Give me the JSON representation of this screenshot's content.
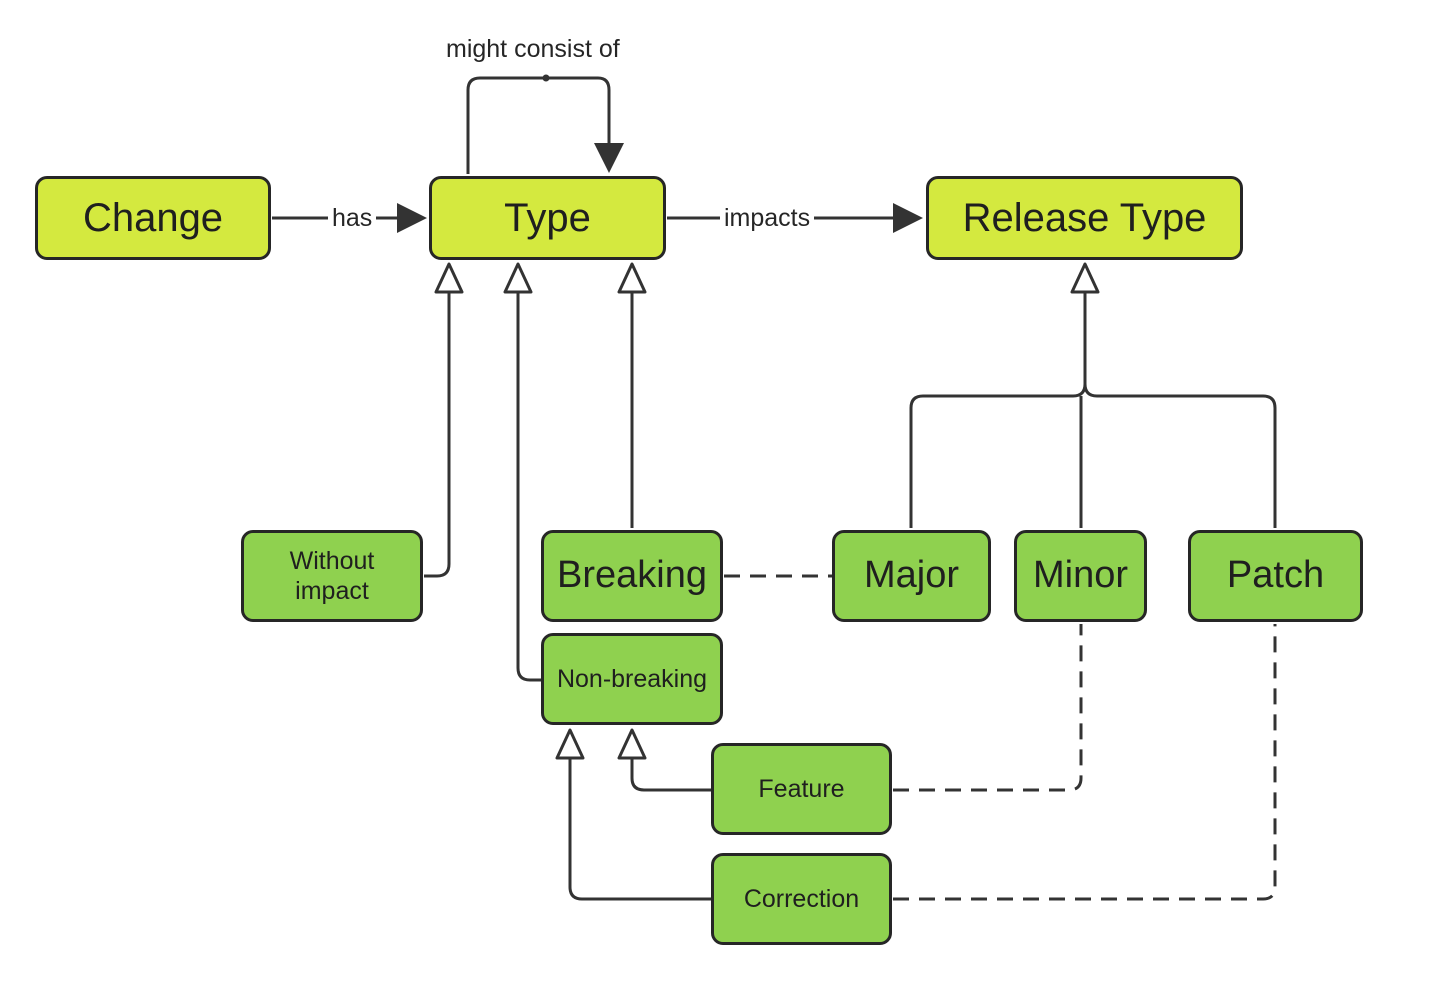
{
  "nodes": {
    "change": "Change",
    "type": "Type",
    "release_type": "Release Type",
    "without_impact": "Without impact",
    "breaking": "Breaking",
    "non_breaking": "Non-breaking",
    "feature": "Feature",
    "correction": "Correction",
    "major": "Major",
    "minor": "Minor",
    "patch": "Patch"
  },
  "edge_labels": {
    "has": "has",
    "impacts": "impacts",
    "might_consist_of": "might consist of"
  },
  "colors": {
    "primary_node": "#d4e93f",
    "secondary_node": "#8fd14f",
    "line": "#333333"
  }
}
